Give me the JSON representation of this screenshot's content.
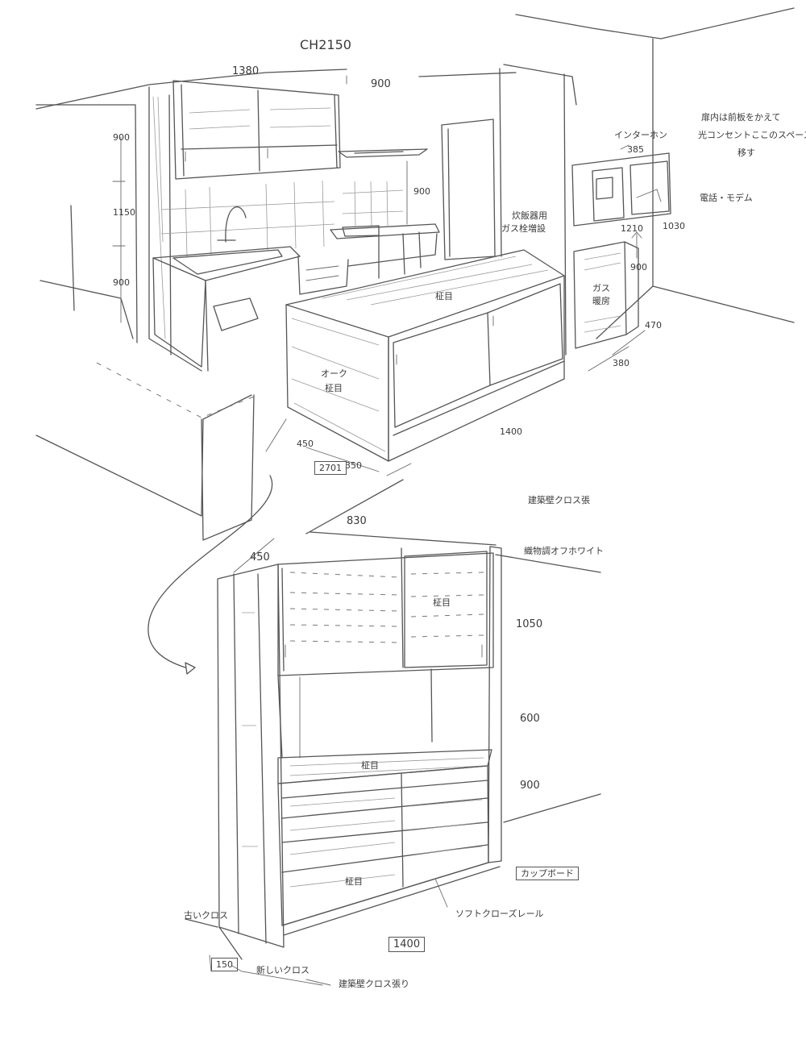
{
  "sketch": {
    "top_drawing": {
      "ceiling_height": "CH2150",
      "upper_cabinet_width": "1380",
      "range_hood_width": "900",
      "wall_dims": [
        "900",
        "1150",
        "900"
      ],
      "hood_height": "900",
      "gas_note_1": "炊飯器用",
      "gas_note_2": "ガス栓増設",
      "island_top_label": "柾目",
      "oak_label_1": "オーク",
      "oak_label_2": "柾目",
      "island_depth": "450",
      "island_overhang": "350",
      "island_length": "1400",
      "boxed_dim": "2701",
      "breaker_note_1": "扉内は前板をかえて",
      "breaker_note_2": "光コンセントここのスペースに",
      "breaker_note_3": "移す",
      "interphone_label": "インターホン",
      "box_width": "385",
      "phone_modem": "電話・モデム",
      "box_height": "1210",
      "box_side": "1030",
      "heater_height": "900",
      "heater_label_1": "ガス",
      "heater_label_2": "暖房",
      "heater_depth": "470",
      "heater_width": "380"
    },
    "bottom_drawing": {
      "top_width": "830",
      "side_depth": "450",
      "wall_cloth_note": "建築壁クロス張",
      "fabric_note": "織物調オフホワイト",
      "upper_door_label": "柾目",
      "upper_height": "1050",
      "open_height": "600",
      "counter_label": "柾目",
      "lower_height": "900",
      "drawer_label": "柾目",
      "rail_note": "ソフトクローズレール",
      "cupboard_label": "カップボード",
      "old_cloth": "古いクロス",
      "new_cloth": "新しいクロス",
      "wall_cloth_bottom": "建築壁クロス張り",
      "total_width": "1400",
      "side_dim": "150"
    }
  }
}
